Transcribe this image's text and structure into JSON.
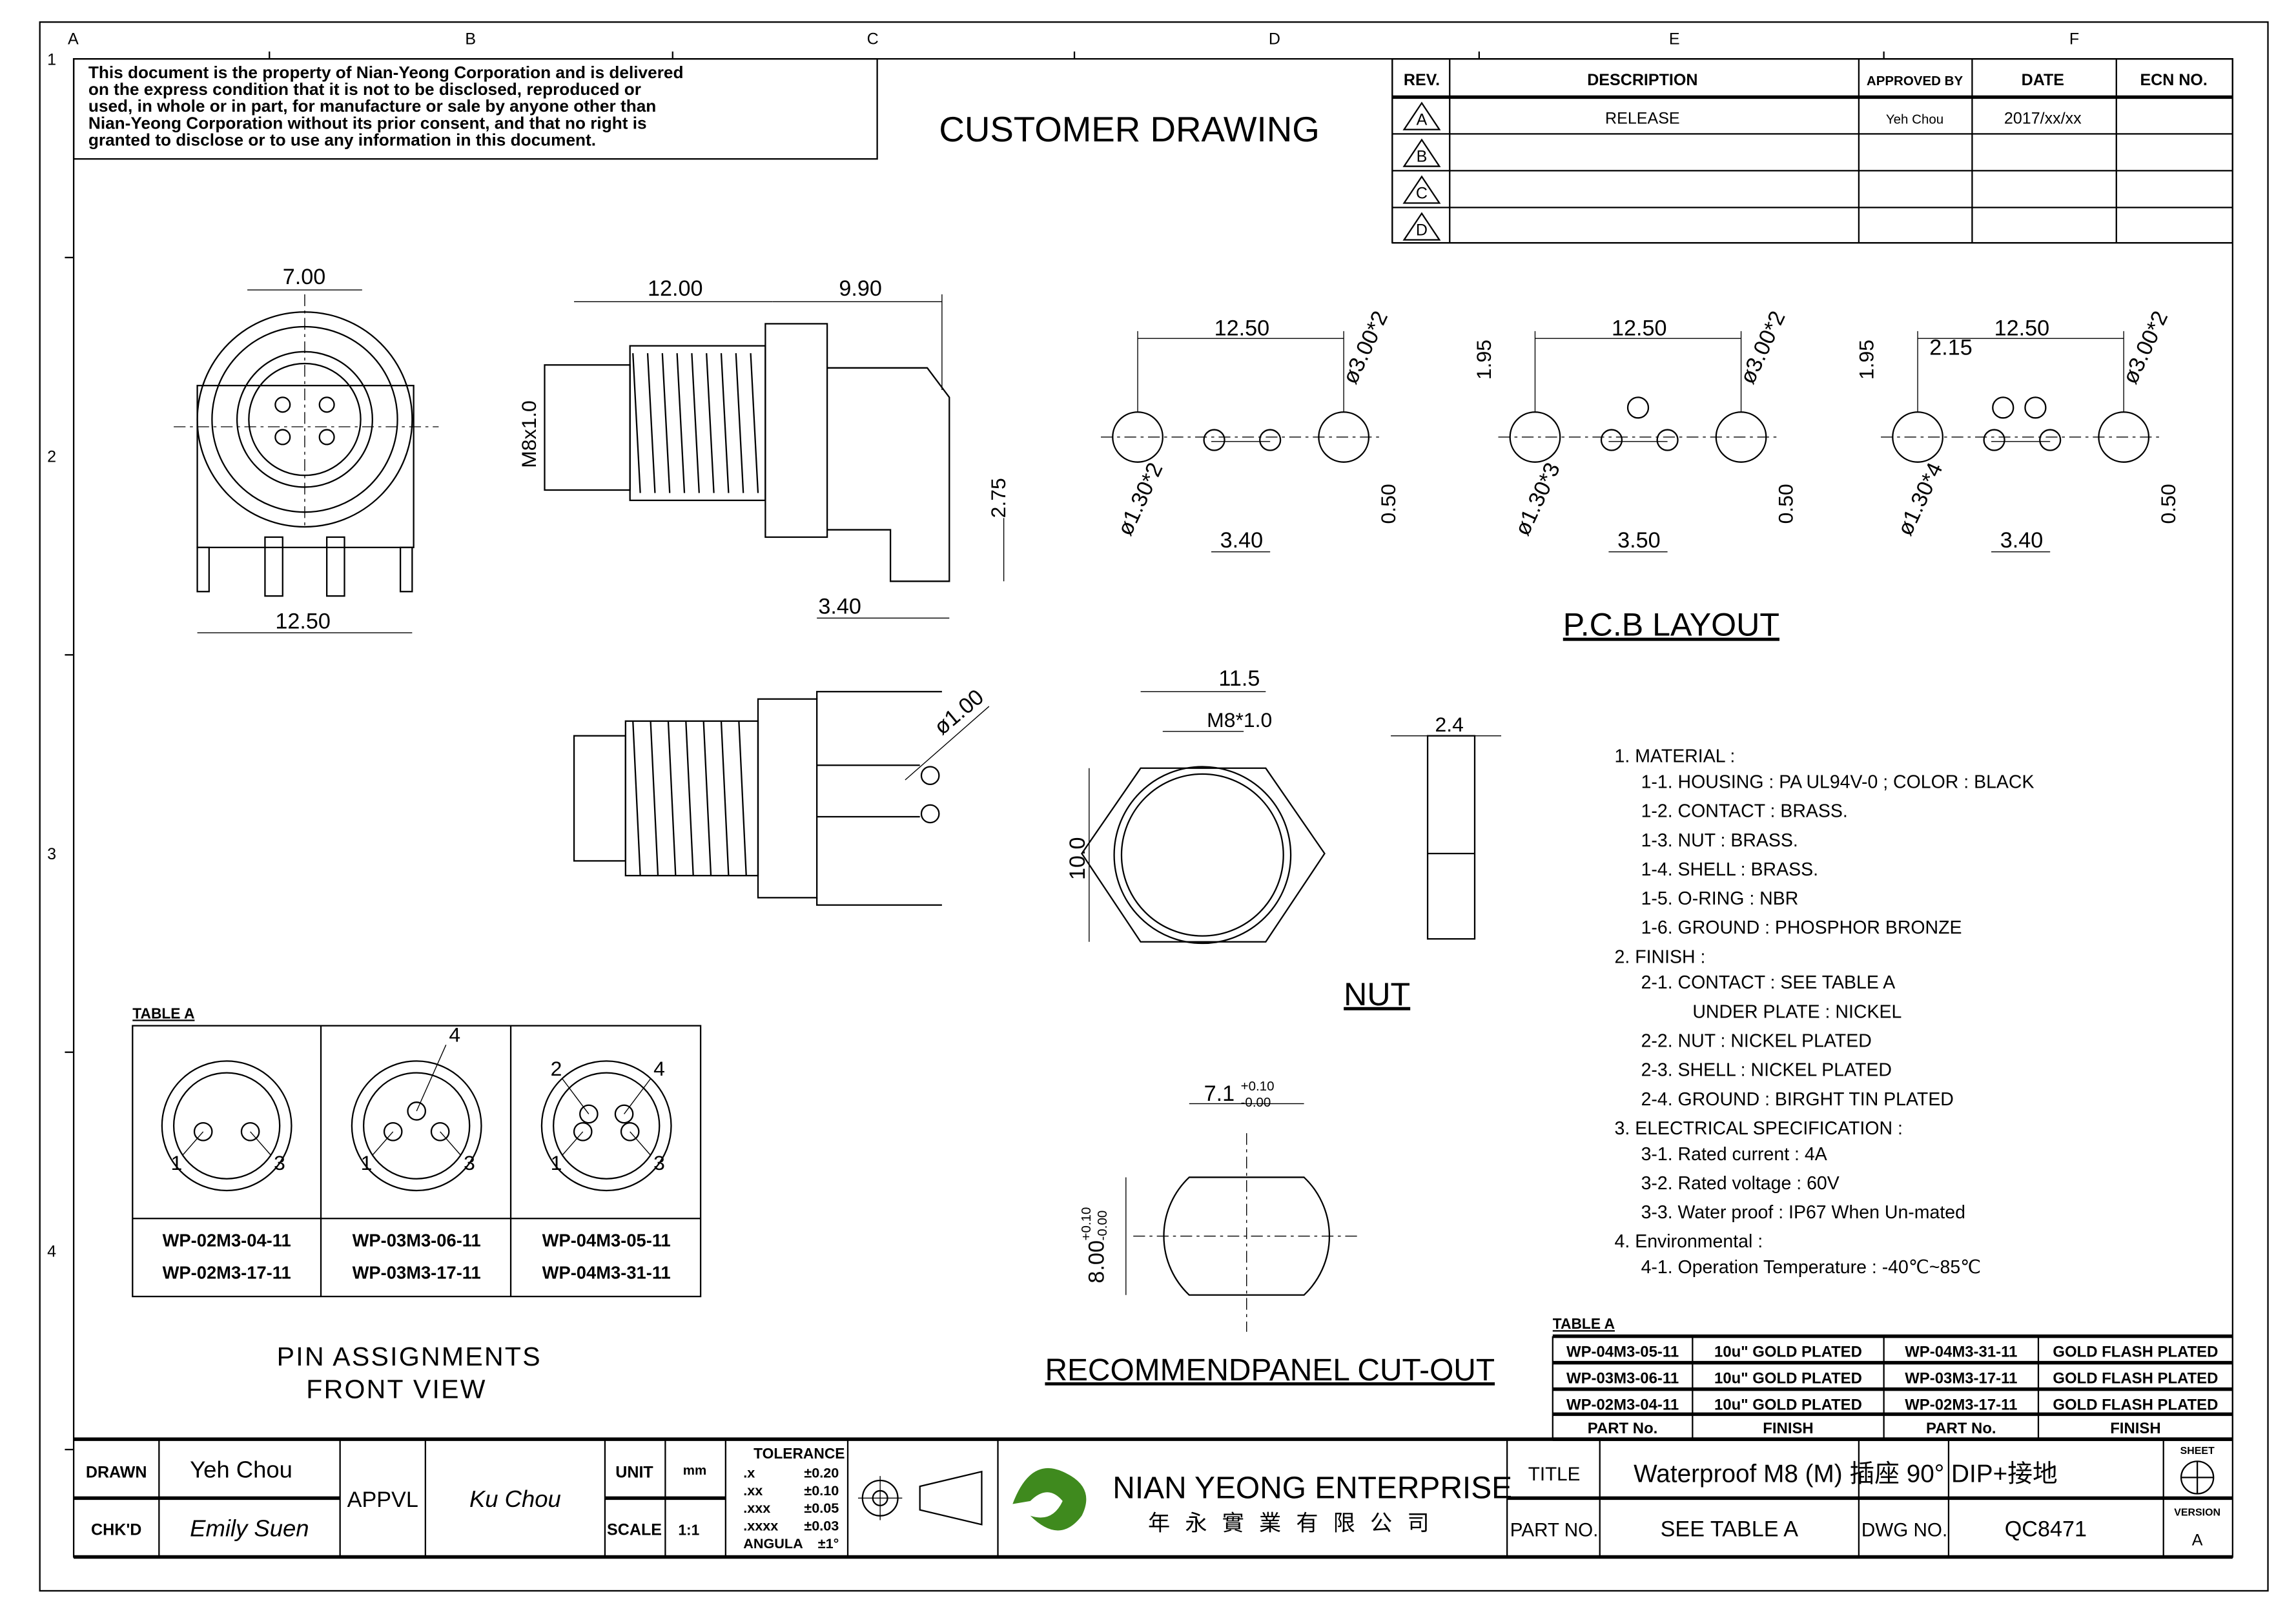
{
  "notice": [
    "This document is the property of Nian-Yeong Corporation and is delivered",
    "on   the   express condition that it is not to be disclosed, reproduced or",
    "used, in whole or in part, for manufacture or sale by anyone other than",
    "Nian-Yeong Corporation without  its prior consent, and that  no right  is",
    "granted to disclose or to use any information in this  document."
  ],
  "drawing_title": "CUSTOMER  DRAWING",
  "grid": {
    "cols": [
      "A",
      "B",
      "C",
      "D",
      "E",
      "F"
    ],
    "rows": [
      "1",
      "2",
      "3",
      "4"
    ]
  },
  "revision": {
    "headers": [
      "REV.",
      "DESCRIPTION",
      "APPROVED BY",
      "DATE",
      "ECN NO."
    ],
    "rows": [
      {
        "rev": "A",
        "description": "RELEASE",
        "approved": "Yeh Chou",
        "date": "2017/xx/xx",
        "ecn": ""
      },
      {
        "rev": "B",
        "description": "",
        "approved": "",
        "date": "",
        "ecn": ""
      },
      {
        "rev": "C",
        "description": "",
        "approved": "",
        "date": "",
        "ecn": ""
      },
      {
        "rev": "D",
        "description": "",
        "approved": "",
        "date": "",
        "ecn": ""
      }
    ]
  },
  "dims": {
    "front_top": "7.00",
    "front_bottom": "12.50",
    "side_a": "12.00",
    "side_b": "9.90",
    "side_thread": "M8x1.0",
    "side_h": "2.75",
    "side_pin": "3.40",
    "bottom_pin": "ø1.00",
    "pcb1": {
      "w": "12.50",
      "big": "ø3.00*2",
      "small": "ø1.30*2",
      "pitch": "3.40",
      "off": "0.50"
    },
    "pcb2": {
      "w": "12.50",
      "big": "ø3.00*2",
      "small": "ø1.30*3",
      "pitch": "3.50",
      "off": "0.50",
      "h": "1.95"
    },
    "pcb3": {
      "w": "12.50",
      "big": "ø3.00*2",
      "small": "ø1.30*4",
      "pitch": "3.40",
      "off": "0.50",
      "h": "1.95",
      "p2": "2.15"
    },
    "nut_w": "11.5",
    "nut_thread": "M8*1.0",
    "nut_h": "10.0",
    "nut_t": "2.4",
    "cut_w": "7.1",
    "cut_w_tol_plus": "+0.10",
    "cut_w_tol_minus": "-0.00",
    "cut_h": "8.00",
    "cut_h_tol_plus": "+0.10",
    "cut_h_tol_minus": "-0.00"
  },
  "labels": {
    "pcb": "P.C.B  LAYOUT",
    "nut": "NUT",
    "cutout": "RECOMMENDPANEL  CUT-OUT",
    "pin1": "PIN  ASSIGNMENTS",
    "pin2": "FRONT  VIEW",
    "table_a": "TABLE  A"
  },
  "pin_table": {
    "cells": [
      {
        "pins": [
          "1",
          "3"
        ],
        "parts": [
          "WP-02M3-04-11",
          "WP-02M3-17-11"
        ]
      },
      {
        "pins": [
          "1",
          "3",
          "4"
        ],
        "parts": [
          "WP-03M3-06-11",
          "WP-03M3-17-11"
        ]
      },
      {
        "pins": [
          "1",
          "2",
          "3",
          "4"
        ],
        "parts": [
          "WP-04M3-05-11",
          "WP-04M3-31-11"
        ]
      }
    ]
  },
  "notes": [
    "1.  MATERIAL :",
    "1-1.  HOUSING : PA UL94V-0 ; COLOR : BLACK",
    "1-2.  CONTACT : BRASS.",
    "1-3.  NUT : BRASS.",
    "1-4.  SHELL : BRASS.",
    "1-5.  O-RING : NBR",
    "1-6.  GROUND : PHOSPHOR BRONZE",
    "2.  FINISH :",
    "2-1.  CONTACT : SEE TABLE A",
    "UNDER PLATE : NICKEL",
    "2-2.  NUT : NICKEL PLATED",
    "2-3.  SHELL : NICKEL PLATED",
    "2-4.  GROUND : BIRGHT TIN PLATED",
    "3.  ELECTRICAL SPECIFICATION :",
    "3-1.  Rated current : 4A",
    "3-2.  Rated voltage : 60V",
    "3-3.  Water proof : IP67 When Un-mated",
    "4.  Environmental :",
    "4-1.  Operation Temperature : -40℃~85℃"
  ],
  "finish_table": {
    "rows": [
      [
        "WP-04M3-05-11",
        "10u\" GOLD PLATED",
        "WP-04M3-31-11",
        "GOLD FLASH PLATED"
      ],
      [
        "WP-03M3-06-11",
        "10u\" GOLD PLATED",
        "WP-03M3-17-11",
        "GOLD FLASH PLATED"
      ],
      [
        "WP-02M3-04-11",
        "10u\" GOLD PLATED",
        "WP-02M3-17-11",
        "GOLD FLASH PLATED"
      ]
    ],
    "headers": [
      "PART No.",
      "FINISH",
      "PART No.",
      "FINISH"
    ]
  },
  "title_block": {
    "drawn_label": "DRAWN",
    "drawn": "Yeh Chou",
    "chkd_label": "CHK'D",
    "chkd": "Emily Suen",
    "appvl_label": "APPVL",
    "appvl": "Ku Chou",
    "unit_label": "UNIT",
    "unit": "mm",
    "scale_label": "SCALE",
    "scale": "1:1",
    "tolerance_label": "TOLERANCE",
    "tolerances": [
      [
        ".x",
        "±0.20"
      ],
      [
        ".xx",
        "±0.10"
      ],
      [
        ".xxx",
        "±0.05"
      ],
      [
        ".xxxx",
        "±0.03"
      ],
      [
        "ANGULA",
        "±1°"
      ]
    ],
    "company": "NIAN YEONG ENTERPRISE",
    "company_cn": "年 永 實 業 有 限 公 司",
    "title_label": "TITLE",
    "title": "Waterproof  M8  (M)  插座  90°  DIP+接地",
    "partno_label": "PART NO.",
    "partno": "SEE  TABLE  A",
    "dwgno_label": "DWG NO.",
    "dwgno": "QC8471",
    "sheet_label": "SHEET",
    "version_label": "VERSION",
    "version": "A"
  },
  "colors": {
    "logo_green": "#3f8a1e"
  }
}
